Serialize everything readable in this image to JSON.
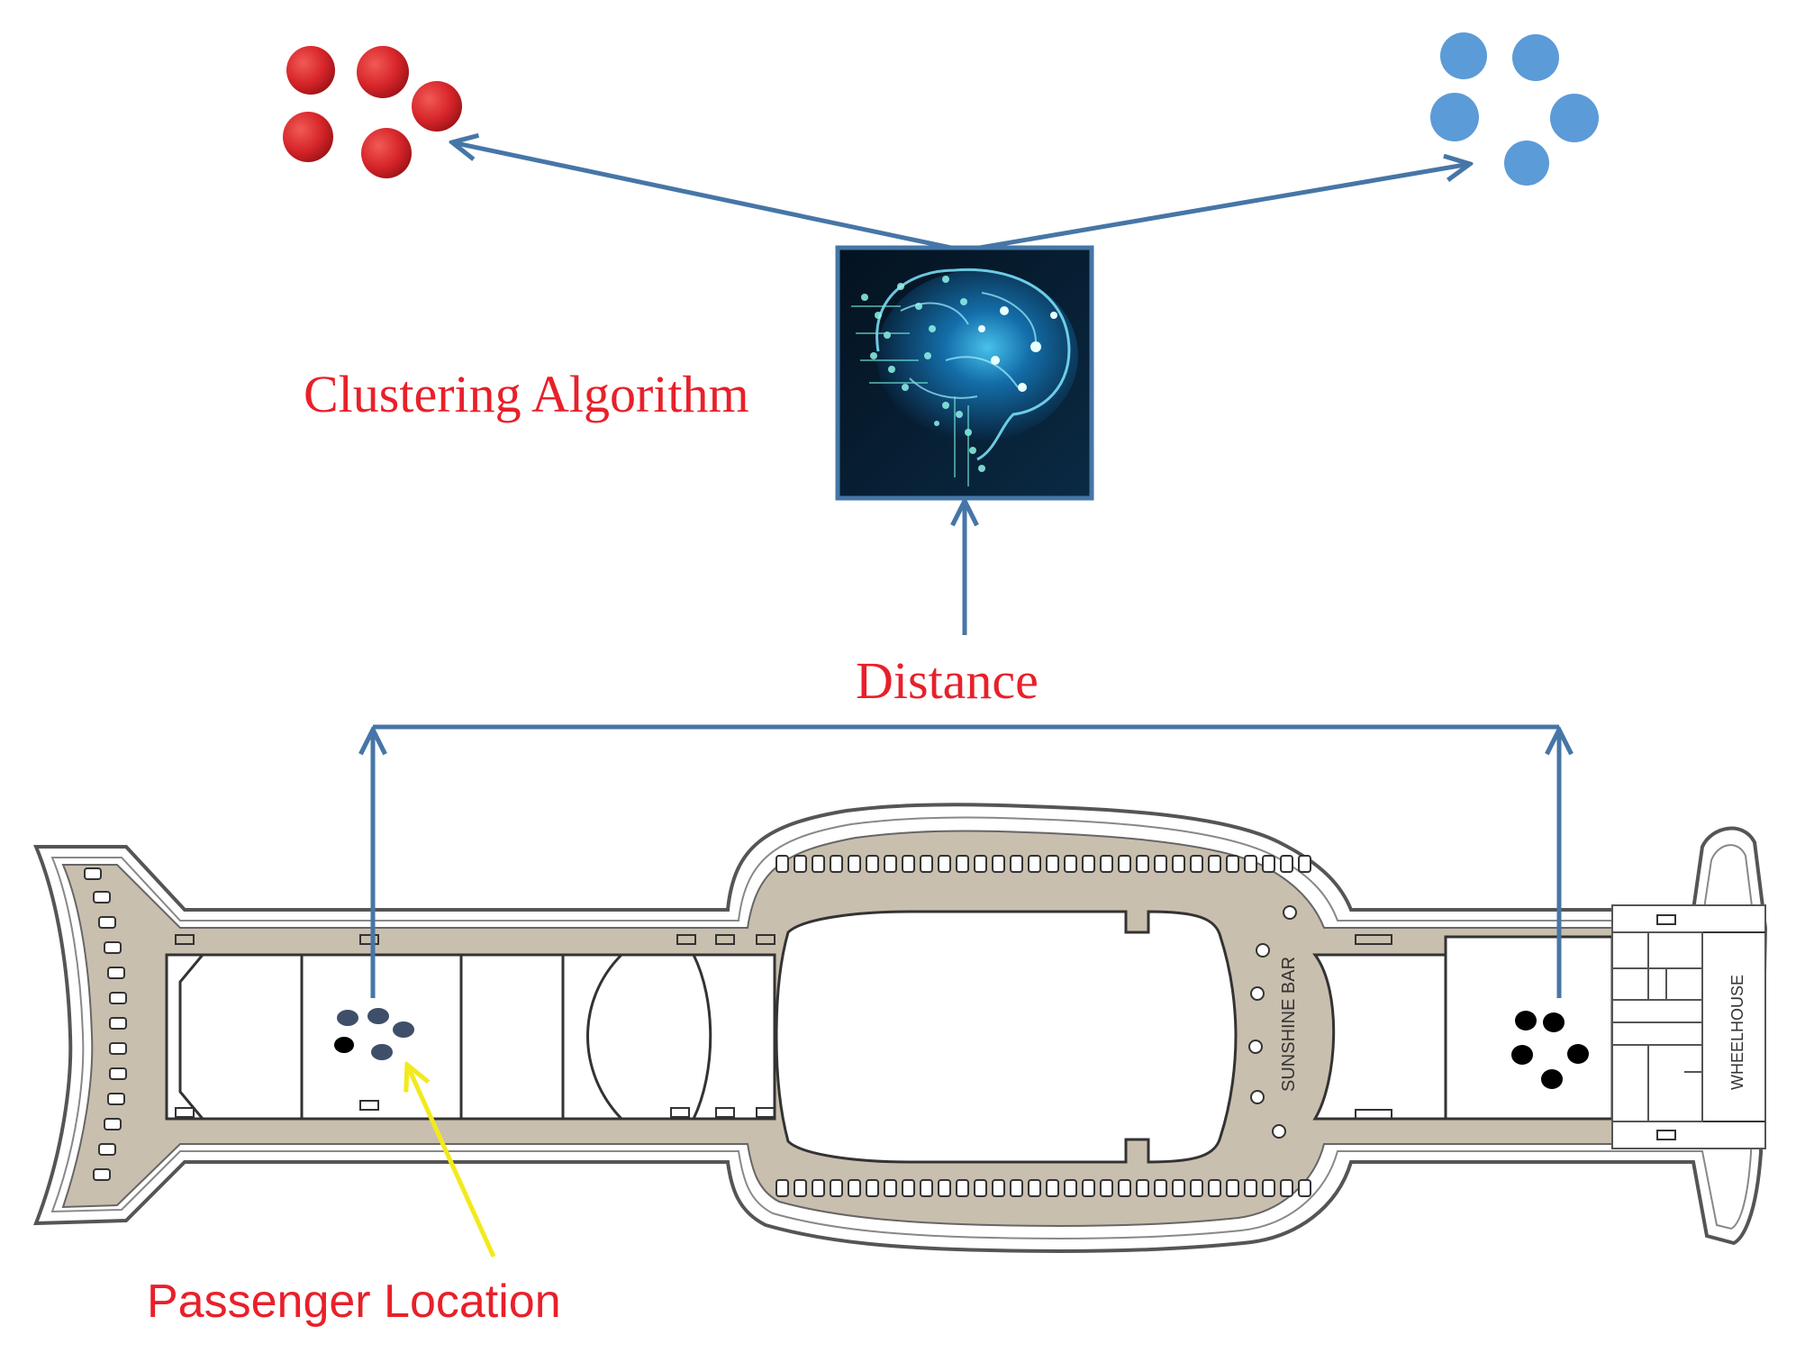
{
  "labels": {
    "clustering_algorithm": "Clustering Algorithm",
    "distance": "Distance",
    "passenger_location": "Passenger Location",
    "sunshine_bar": "SUNSHINE BAR",
    "wheelhouse": "WHEELHOUSE"
  },
  "colors": {
    "arrow": "#4676a7",
    "label_red": "#e8202a",
    "cluster_red": "#d8262b",
    "cluster_blue": "#5b9bd8",
    "deck_fill": "#c9bfae",
    "pointer_yellow": "#f2ea1c",
    "passenger_dark": "#3f4f6a",
    "passenger_black": "#000000"
  },
  "icons": {
    "ai_brain": "brain-circuit-icon"
  }
}
